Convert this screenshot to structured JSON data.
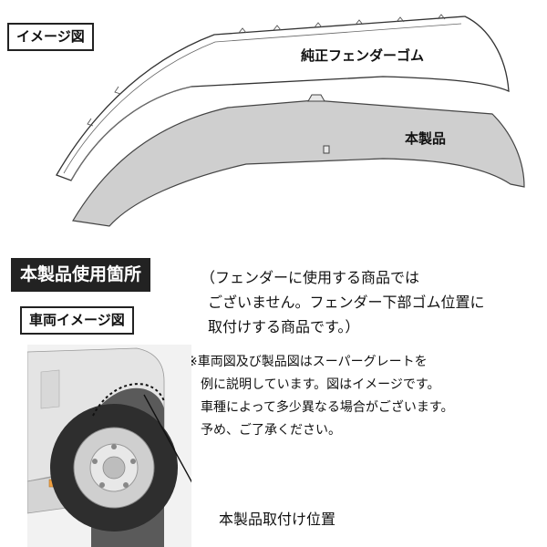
{
  "top_section": {
    "image_label": "イメージ図",
    "oem_label": "純正フェンダーゴム",
    "product_label": "本製品"
  },
  "usage_section": {
    "title": "本製品使用箇所",
    "vehicle_label": "車両イメージ図",
    "paren_lines": [
      "（フェンダーに使用する商品では",
      "ございません。フェンダー下部ゴム位置に",
      "取付けする商品です。）"
    ],
    "note_lines": [
      "※車両図及び製品図はスーパーグレートを",
      "例に説明しています。図はイメージです。",
      "車種によって多少異なる場合がございます。",
      "予め、ご了承ください。"
    ],
    "install_label": "本製品取付け位置"
  }
}
